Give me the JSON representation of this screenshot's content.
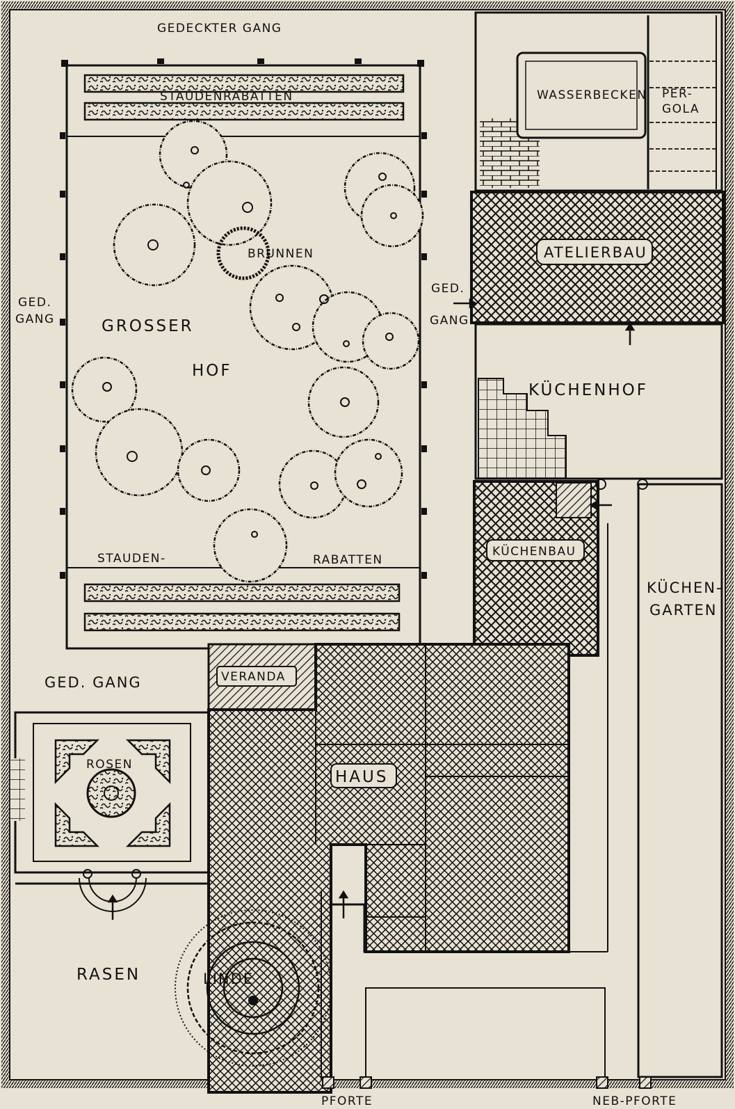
{
  "plan": {
    "labels": {
      "gedeckter_gang": "GEDECKTER GANG",
      "stauden_rabatten_top": "STAUDENRABATTEN",
      "wasserbecken": "WASSERBECKEN",
      "pergola_1": "PER-",
      "pergola_2": "GOLA",
      "atelierbau": "ATELIERBAU",
      "brunnen": "BRUNNEN",
      "ged_left": "GED.",
      "gang_left": "GANG",
      "ged_right": "GED.",
      "gang_right": "GANG",
      "grosser": "GROSSER",
      "hof": "HOF",
      "kuechenhof": "KÜCHENHOF",
      "stauden": "STAUDEN-",
      "rabatten": "RABATTEN",
      "kuechenbau": "KÜCHENBAU",
      "kuechen": "KÜCHEN-",
      "garten": "GARTEN",
      "veranda": "VERANDA",
      "ged_gang": "GED. GANG",
      "rosen": "ROSEN",
      "haus": "HAUS",
      "rasen": "RASEN",
      "linde": "LINDE",
      "pforte": "PFORTE",
      "neb_pforte": "NEB-PFORTE"
    }
  },
  "colors": {
    "paper": "#e7e2d3",
    "ink": "#111111"
  }
}
